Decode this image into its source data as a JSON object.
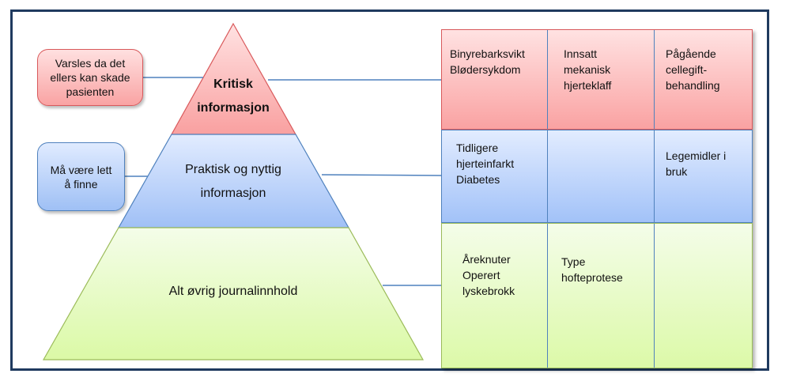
{
  "pyramid": {
    "levels": [
      {
        "label_line1": "Kritisk",
        "label_line2": "informasjon",
        "color": "#f9a3a3"
      },
      {
        "label_line1": "Praktisk og nyttig",
        "label_line2": "informasjon",
        "color": "#a2c2f8"
      },
      {
        "label_line1": "Alt øvrig journalinnhold",
        "color": "#dcf9a8"
      }
    ]
  },
  "callouts": {
    "critical": {
      "line1": "Varsles da det",
      "line2": "ellers kan skade",
      "line3": "pasienten"
    },
    "practical": {
      "line1": "Må være lett",
      "line2": "å finne"
    }
  },
  "table": {
    "rows": [
      {
        "cells": [
          "Binyrebarksvikt\nBlødersykdom",
          "Innsatt\nmekanisk\nhjerteklaff",
          "Pågående\ncellegift-\nbehandling"
        ]
      },
      {
        "cells": [
          "Tidligere\nhjerteinfarkt\nDiabetes",
          "",
          "Legemidler i\nbruk"
        ]
      },
      {
        "cells": [
          "Åreknuter\nOperert\nlyskebrokk",
          "Type\nhofteprotese",
          ""
        ]
      }
    ]
  }
}
